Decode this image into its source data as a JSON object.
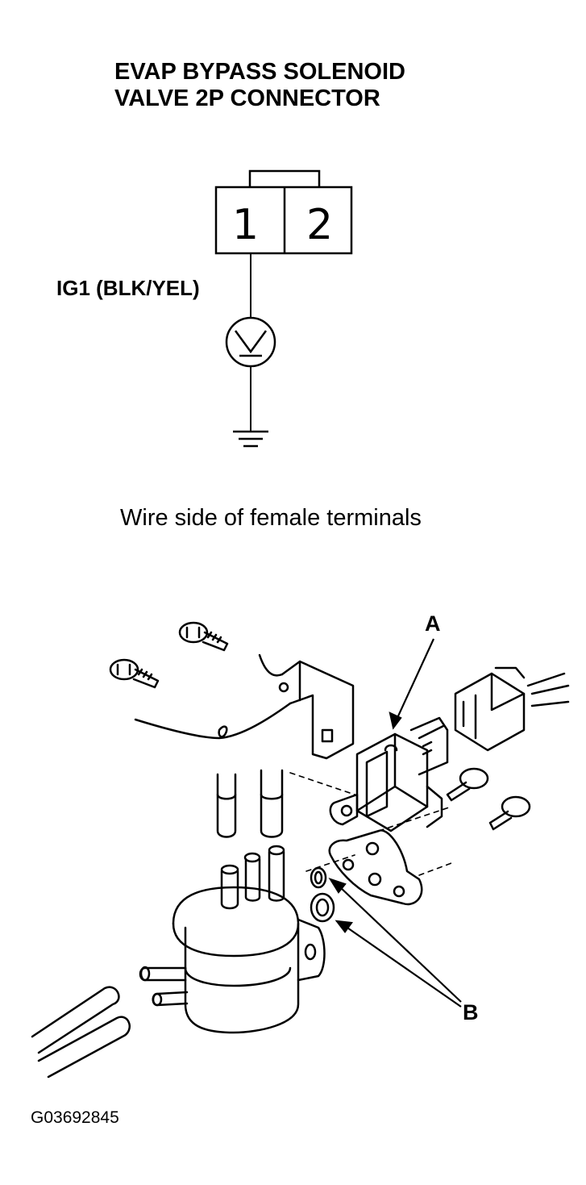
{
  "diagram": {
    "title_line_1": "EVAP BYPASS SOLENOID",
    "title_line_2": "VALVE 2P CONNECTOR",
    "connector": {
      "pins": [
        "1",
        "2"
      ]
    },
    "circuit_label": "IG1 (BLK/YEL)",
    "meter_icon": "voltmeter-icon",
    "ground_icon": "ground-icon",
    "caption": "Wire side of female terminals",
    "callouts": {
      "a": "A",
      "b": "B"
    },
    "figure_id": "G03692845"
  }
}
